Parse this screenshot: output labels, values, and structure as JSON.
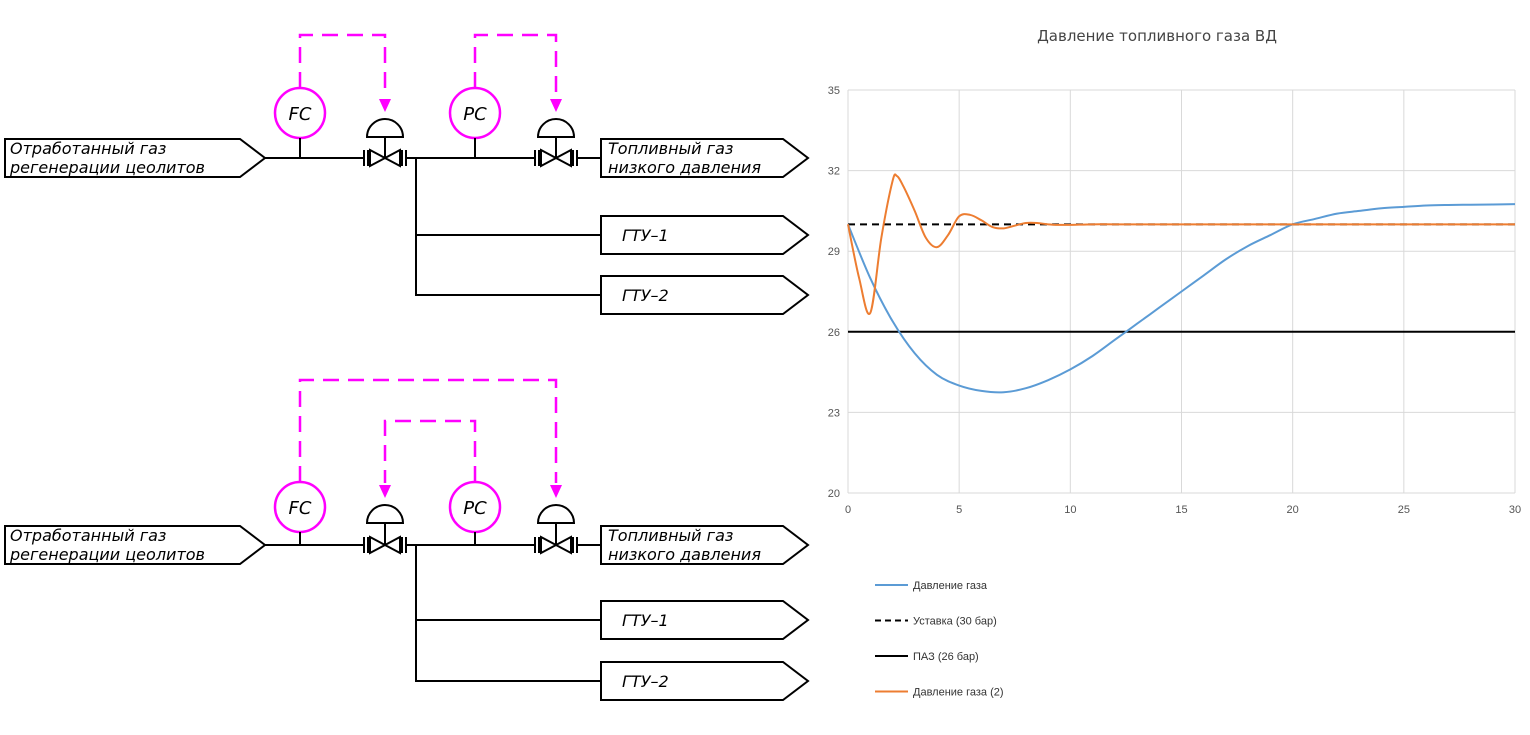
{
  "schemes": [
    {
      "controllers": [
        {
          "id": "flow",
          "label": "FC"
        },
        {
          "id": "pressure",
          "label": "PC"
        }
      ],
      "inlet": {
        "line1": "Отработанный газ",
        "line2": "регенерации цеолитов"
      },
      "outlet": {
        "line1": "Топливный газ",
        "line2": "низкого давления"
      },
      "branches": [
        "ГТУ–1",
        "ГТУ–2"
      ]
    },
    {
      "controllers": [
        {
          "id": "flow",
          "label": "FC"
        },
        {
          "id": "pressure",
          "label": "PC"
        }
      ],
      "inlet": {
        "line1": "Отработанный газ",
        "line2": "регенерации цеолитов"
      },
      "outlet": {
        "line1": "Топливный газ",
        "line2": "низкого давления"
      },
      "branches": [
        "ГТУ–1",
        "ГТУ–2"
      ]
    }
  ],
  "colors": {
    "signal": "#ff00ff",
    "pipe": "#000000",
    "series_blue": "#5b9bd5",
    "series_orange": "#ed7d31",
    "grid": "#d9d9d9"
  },
  "chart_data": {
    "type": "line",
    "title": "Давление топливного газа ВД",
    "xlabel": "",
    "ylabel": "",
    "xlim": [
      0,
      30
    ],
    "ylim": [
      20,
      35
    ],
    "xticks": [
      0,
      5,
      10,
      15,
      20,
      25,
      30
    ],
    "yticks": [
      20,
      23,
      26,
      29,
      32,
      35
    ],
    "grid": true,
    "legend_position": "bottom-left",
    "series": [
      {
        "name": "Давление газа",
        "color": "#5b9bd5",
        "style": "solid",
        "x": [
          0,
          1,
          2,
          3,
          4,
          5,
          6,
          7,
          8,
          9,
          10,
          11,
          12,
          13,
          14,
          15,
          16,
          17,
          18,
          19,
          20,
          21,
          22,
          23,
          24,
          25,
          26,
          27,
          28,
          29,
          30
        ],
        "y": [
          30,
          28.0,
          26.4,
          25.2,
          24.4,
          24.0,
          23.8,
          23.75,
          23.9,
          24.2,
          24.6,
          25.1,
          25.7,
          26.3,
          26.9,
          27.5,
          28.1,
          28.7,
          29.2,
          29.6,
          30.0,
          30.2,
          30.4,
          30.5,
          30.6,
          30.65,
          30.7,
          30.72,
          30.73,
          30.74,
          30.75
        ]
      },
      {
        "name": "Уставка (30 бар)",
        "color": "#000000",
        "style": "dashed",
        "x": [
          0,
          30
        ],
        "y": [
          30,
          30
        ]
      },
      {
        "name": "ПАЗ (26 бар)",
        "color": "#000000",
        "style": "solid",
        "x": [
          0,
          30
        ],
        "y": [
          26,
          26
        ]
      },
      {
        "name": "Давление газа (2)",
        "color": "#ed7d31",
        "style": "solid",
        "x": [
          0,
          0.5,
          1,
          1.5,
          2,
          2.2,
          2.5,
          3,
          3.5,
          4,
          4.5,
          5,
          5.5,
          6,
          6.5,
          7,
          7.5,
          8,
          8.5,
          9,
          9.5,
          10,
          11,
          12,
          14,
          16,
          18,
          20,
          25,
          30
        ],
        "y": [
          30,
          28.0,
          26.7,
          29.5,
          31.6,
          31.8,
          31.4,
          30.5,
          29.5,
          29.15,
          29.6,
          30.3,
          30.35,
          30.15,
          29.9,
          29.85,
          29.95,
          30.05,
          30.05,
          30.0,
          29.98,
          29.98,
          30.0,
          30.0,
          30.0,
          30.0,
          30.0,
          30.0,
          30.0,
          30.0
        ]
      }
    ]
  }
}
